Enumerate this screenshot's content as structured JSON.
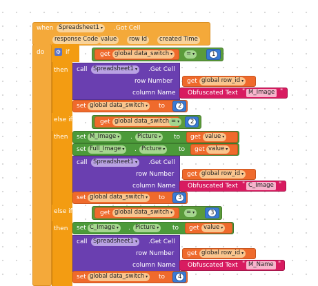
{
  "event": {
    "when": "when",
    "component": "Spreadsheet1",
    "event_name": ".Got Cell",
    "params": [
      "response Code",
      "value",
      "row Id",
      "created Time"
    ],
    "do": "do"
  },
  "control": {
    "if": "if",
    "then": "then",
    "else_if": "else if"
  },
  "cond1": {
    "get": "get",
    "var": "global data_switch",
    "op": "=",
    "value": "1"
  },
  "cond2": {
    "get": "get",
    "var": "global data_switch",
    "op": "=",
    "value": "2"
  },
  "cond3": {
    "get": "get",
    "var": "global data_switch",
    "op": "=",
    "value": "3"
  },
  "call": "call",
  "component_call": "Spreadsheet1",
  "method": ".Get Cell",
  "row_number": "row Number",
  "column_name": "column Name",
  "get": "get",
  "row_id_var": "global row_id",
  "obfuscated_text": "Obfuscated Text",
  "set": "set",
  "to": "to",
  "set_var": "global data_switch",
  "branch1": {
    "column_text": "M_Image",
    "set_value": "2"
  },
  "branch2": {
    "set_a_component": "M_Image",
    "set_b_component": "Full_Image",
    "property": "Picture",
    "value_var": "value",
    "column_text": "C_Image",
    "set_value": "3"
  },
  "branch3": {
    "set_component": "C_Image",
    "property": "Picture",
    "value_var": "value",
    "column_text": "M_Name",
    "set_value": "4"
  }
}
